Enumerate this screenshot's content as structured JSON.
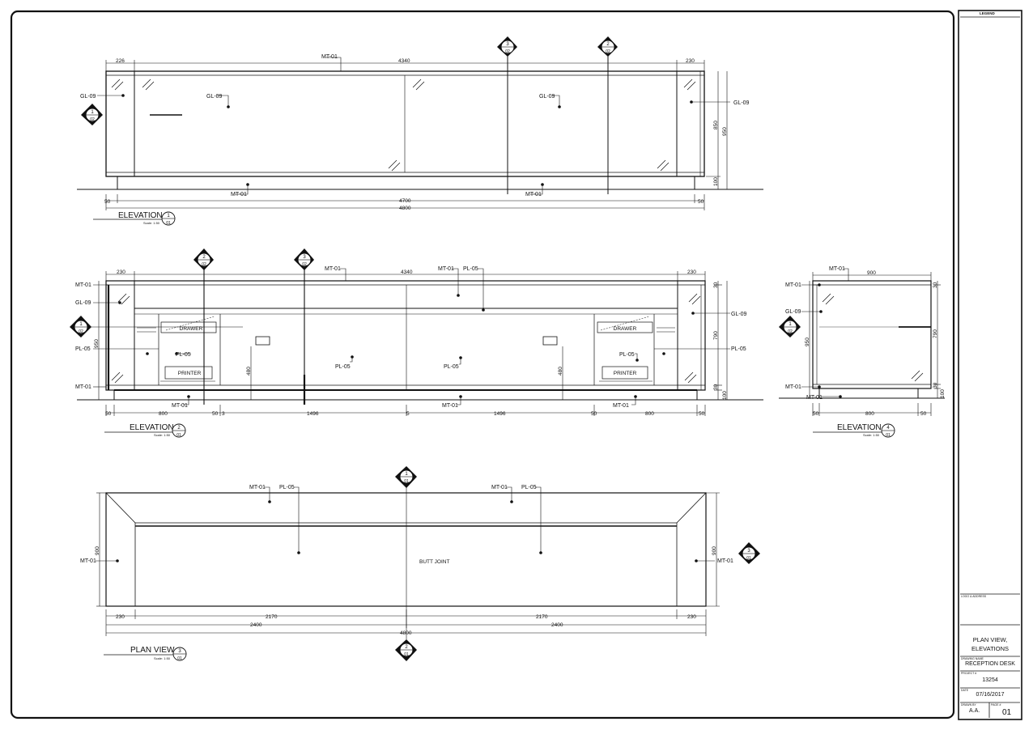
{
  "title_block": {
    "legend_label": "LEGEND",
    "logo_label": "LOGO & ADDRESS",
    "sheet_title_line1": "PLAN VIEW,",
    "sheet_title_line2": "ELEVATIONS",
    "drawing_name_label": "DRAWING NAME",
    "drawing_name": "RECEPTION DESK",
    "project_label": "PROJECT #",
    "project_number": "13254",
    "date_label": "DATE",
    "date": "07/16/2017",
    "drawn_by_label": "DRAWN BY",
    "drawn_by": "A.A.",
    "page_label": "PAGE #",
    "page_number": "01"
  },
  "views": {
    "elev1": {
      "title": "ELEVATION",
      "num": "1",
      "sheet": "01",
      "scale": "Scale: 1:50",
      "tags": {
        "mt_top": "MT-01",
        "gl_left": "GL-09",
        "gl_mid1": "GL-09",
        "gl_mid2": "GL-09",
        "gl_right": "GL-09",
        "mt_base1": "MT-01",
        "mt_base2": "MT-01"
      },
      "dims": {
        "top_left": "226",
        "top_mid": "4340",
        "top_right": "230",
        "bot_left": "50",
        "bot_mid": "4700",
        "bot_right": "50",
        "bot_total": "4800",
        "h_upper": "850",
        "h_total": "950",
        "h_base": "100"
      },
      "markers": {
        "sec2_num": "3",
        "sec2_sheet": "02",
        "sec3_num": "2",
        "sec3_sheet": "02",
        "side_num": "1",
        "side_sheet": "02"
      }
    },
    "elev2": {
      "title": "ELEVATION",
      "num": "2",
      "sheet": "01",
      "scale": "Scale: 1:50",
      "tags": {
        "mt_top1": "MT-01",
        "mt_top2": "MT-01",
        "pl_top": "PL-05",
        "mt_left_top": "MT-01",
        "gl_left": "GL-09",
        "pl_left": "PL-05",
        "mt_left_bot": "MT-01",
        "pl_inner_l": "PL-05",
        "pl_mid1": "PL-05",
        "pl_mid2": "PL-05",
        "pl_inner_r": "PL-05",
        "gl_right": "GL-09",
        "pl_right": "PL-05",
        "mt_base1": "MT-01",
        "mt_base2": "MT-01",
        "mt_base3": "MT-01"
      },
      "labels": {
        "drawer_l": "DRAWER",
        "drawer_r": "DRAWER",
        "printer_l": "PRINTER",
        "printer_r": "PRINTER"
      },
      "dims": {
        "top_left": "230",
        "top_mid": "4340",
        "top_right": "230",
        "bot_a": "50",
        "bot_b": "800",
        "bot_c": "50",
        "bot_d": "3",
        "bot_e": "1496",
        "bot_f": "5",
        "bot_g": "1496",
        "bot_h": "50",
        "bot_i": "800",
        "bot_j": "50",
        "h_l_total": "950",
        "h_r_top": "30",
        "h_r_mid": "790",
        "h_r_base1": "30",
        "h_r_base2": "100",
        "h_outlet_l": "480",
        "h_outlet_r": "480"
      },
      "markers": {
        "sec_a_num": "2",
        "sec_a_sheet": "02",
        "sec_b_num": "3",
        "sec_b_sheet": "02",
        "side_num": "1",
        "side_sheet": "02"
      }
    },
    "elev4": {
      "title": "ELEVATION",
      "num": "4",
      "sheet": "01",
      "scale": "Scale: 1:50",
      "tags": {
        "mt_top": "MT-01",
        "mt_left_top": "MT-01",
        "gl_left": "GL-09",
        "mt_left_bot": "MT-01",
        "mt_base": "MT-01"
      },
      "dims": {
        "top": "900",
        "bot_l": "50",
        "bot_mid": "800",
        "bot_r": "50",
        "h_left": "950",
        "h_r_top": "30",
        "h_r_mid": "790",
        "h_r_b1": "30",
        "h_r_b2": "100"
      },
      "markers": {
        "side_num": "1",
        "side_sheet": "02"
      }
    },
    "plan": {
      "title": "PLAN VIEW",
      "num": "3",
      "sheet": "01",
      "scale": "Scale: 1:50",
      "tags": {
        "mt_1": "MT-01",
        "pl_1": "PL-05",
        "mt_2": "MT-01",
        "pl_2": "PL-05",
        "mt_left": "MT-01",
        "mt_right": "MT-01"
      },
      "labels": {
        "butt": "BUTT JOINT"
      },
      "dims": {
        "a": "230",
        "b": "2170",
        "c": "2170",
        "d": "230",
        "e": "2400",
        "f": "2400",
        "g": "4800",
        "h_l": "900",
        "h_r": "900"
      },
      "markers": {
        "top_num": "1",
        "top_sheet": "01",
        "bot_num": "2",
        "bot_sheet": "01",
        "right_num": "3",
        "right_sheet": "01"
      }
    }
  }
}
